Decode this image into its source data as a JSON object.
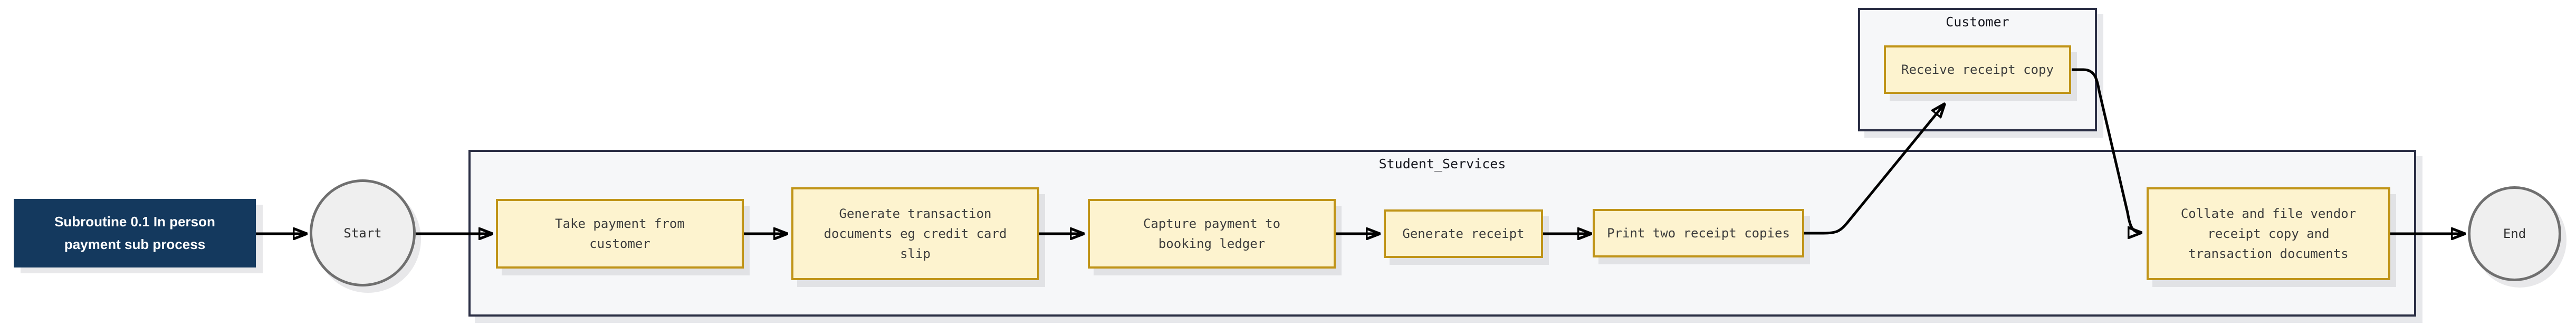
{
  "diagram": {
    "subroutine": {
      "label": "Subroutine 0.1 In person payment sub process"
    },
    "start": {
      "label": "Start"
    },
    "end": {
      "label": "End"
    },
    "lanes": {
      "customer": {
        "name": "Customer",
        "tasks": [
          {
            "label": "Receive receipt copy"
          }
        ]
      },
      "student_services": {
        "name": "Student_Services",
        "tasks": [
          {
            "label": "Take payment from customer"
          },
          {
            "label": "Generate transaction documents eg credit card slip"
          },
          {
            "label": "Capture payment to booking ledger"
          },
          {
            "label": "Generate receipt"
          },
          {
            "label": "Print two receipt copies"
          },
          {
            "label": "Collate and file vendor receipt copy and transaction documents"
          }
        ]
      }
    },
    "colors": {
      "task_fill": "#fdf3cf",
      "task_border": "#c09418",
      "lane_fill": "#f6f7f9",
      "lane_border": "#2b2f45",
      "subroutine_fill": "#14395e",
      "subroutine_text": "#ffffff",
      "terminal_fill": "#efefef",
      "terminal_border": "#6f6f6f",
      "connector": "#000000",
      "task_text": "#3d3d3d"
    }
  }
}
